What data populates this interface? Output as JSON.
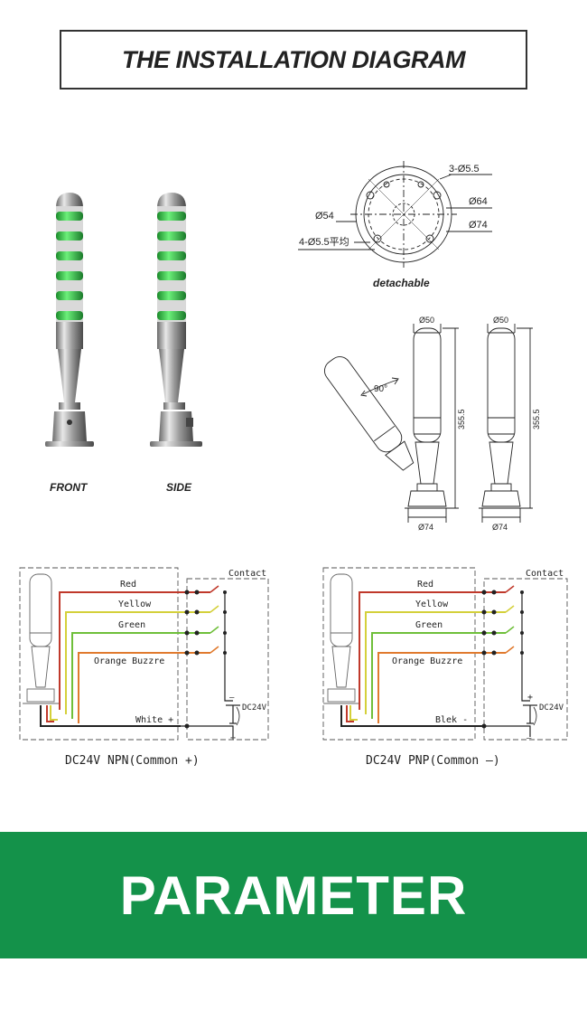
{
  "header": {
    "title": "THE INSTALLATION DIAGRAM"
  },
  "views": {
    "front": "FRONT",
    "side": "SIDE"
  },
  "flange": {
    "d54": "Ø54",
    "holes3": "3-Ø5.5",
    "d64": "Ø64",
    "d74": "Ø74",
    "holes4": "4-Ø5.5平均",
    "caption": "detachable"
  },
  "dimensions": {
    "angle": "90°",
    "top_left": "Ø50",
    "top_right": "Ø50",
    "height_left": "355.5",
    "height_right": "355.5",
    "base_left": "Ø74",
    "base_right": "Ø74"
  },
  "wiring_npn": {
    "contact": "Contact",
    "red": "Red",
    "yellow": "Yellow",
    "green": "Green",
    "orange": "Orange Buzzre",
    "common": "White +",
    "dc": "DC24V",
    "minus": "—",
    "plus": "+",
    "caption": "DC24V  NPN(Common +)"
  },
  "wiring_pnp": {
    "contact": "Contact",
    "red": "Red",
    "yellow": "Yellow",
    "green": "Green",
    "orange": "Orange Buzzre",
    "common": "Blek -",
    "dc": "DC24V",
    "plus": "+",
    "minus": "—",
    "caption": "DC24V  PNP(Common —)"
  },
  "wire_colors": {
    "red": "#c0392b",
    "yellow": "#d4d03a",
    "green": "#6fbf3a",
    "orange": "#e07a2e"
  },
  "banner": {
    "text": "PARAMETER",
    "color": "#14924a"
  }
}
